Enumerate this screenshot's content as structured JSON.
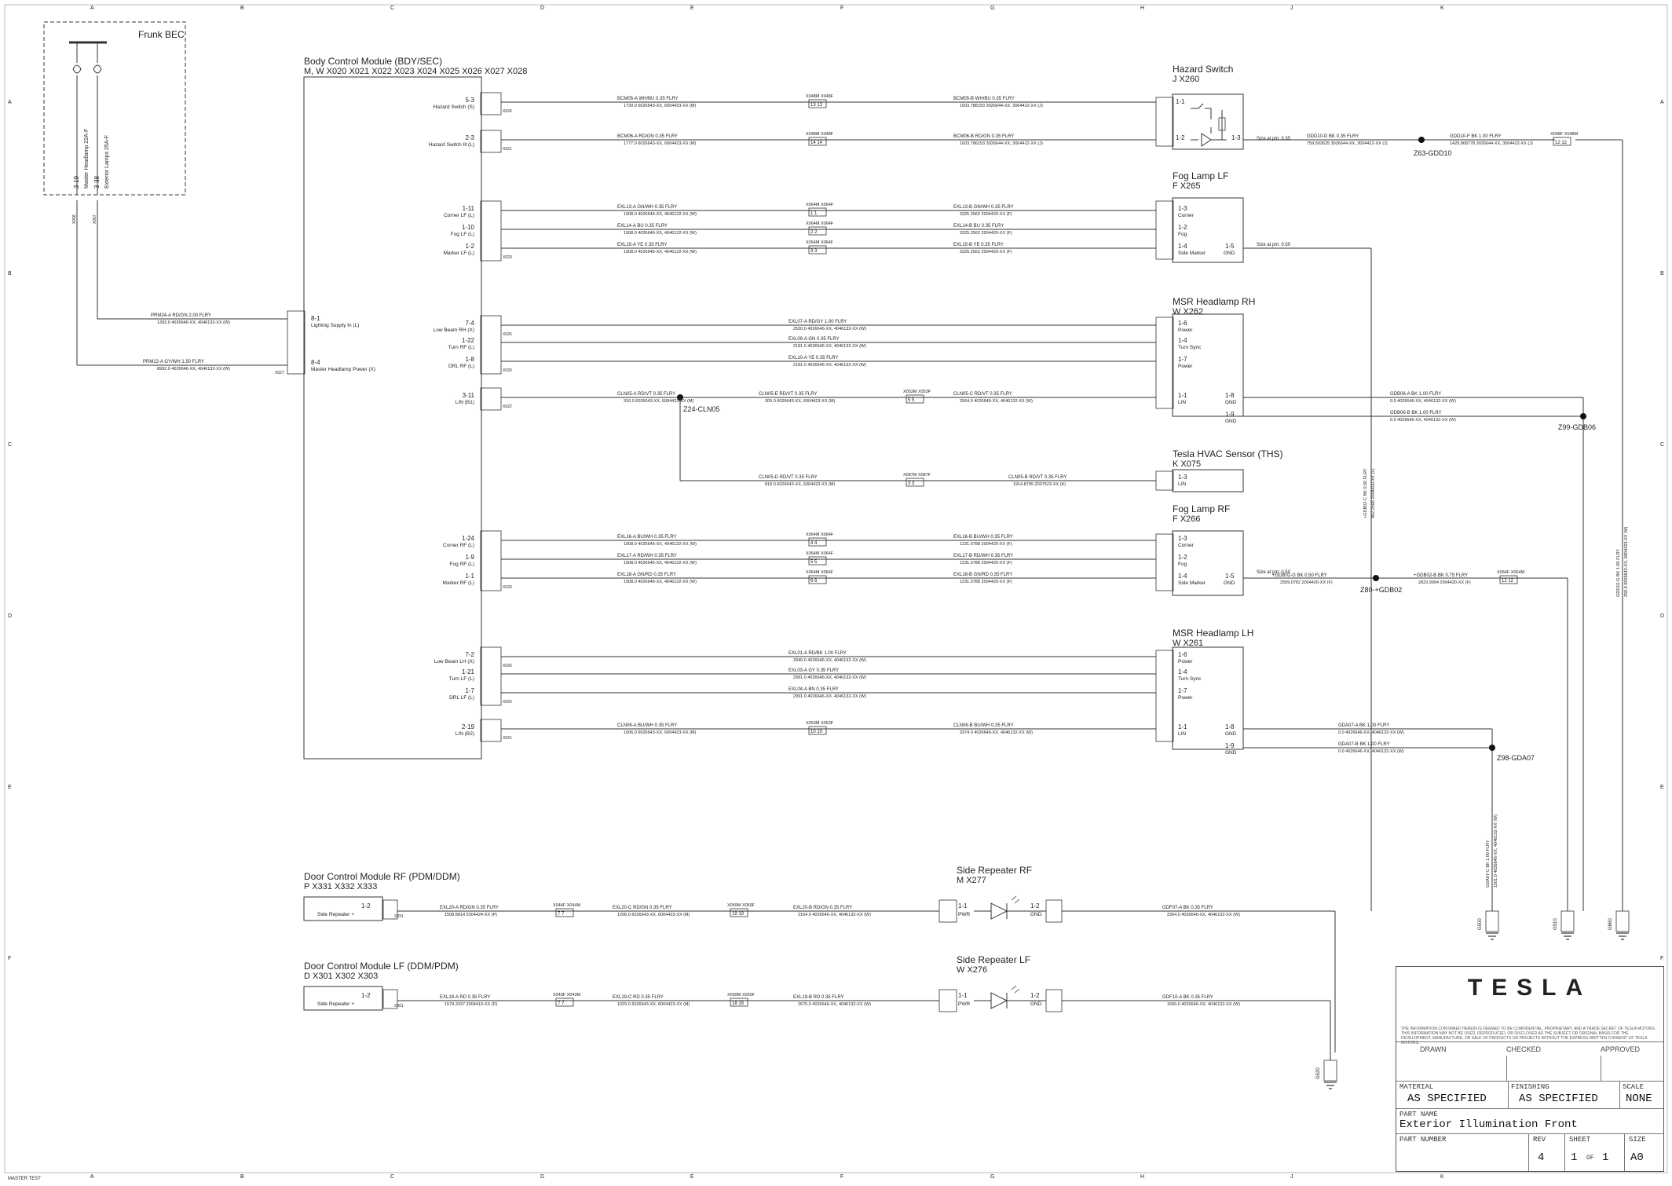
{
  "frame": {
    "columns": [
      "A",
      "B",
      "C",
      "D",
      "E",
      "F",
      "G",
      "H",
      "J",
      "K"
    ],
    "rows": [
      "A",
      "B",
      "C",
      "D",
      "E",
      "F"
    ],
    "footer_note": "MASTER TEST"
  },
  "frunk": {
    "title": "Frunk BEC",
    "pin1": "3-19",
    "pin1_label": "Master Headlamp 22A-F",
    "pin2": "3-38",
    "pin2_label": "Exterior Lamps 25A-F",
    "conn1": "X058",
    "conn2": "X057"
  },
  "bcm": {
    "title": "Body Control Module (BDY/SEC)",
    "subtitle": "M, W     X020   X021   X022   X023   X024   X025   X026   X027   X028",
    "left_pins": [
      {
        "pin": "8-1",
        "label": "Lighting Supply In (L)"
      },
      {
        "pin": "8-4",
        "label": "Master Headlamp Power (X)"
      }
    ],
    "right_pins": [
      {
        "pin": "5-3",
        "label": "Hazard Switch (S)",
        "conn": "X024"
      },
      {
        "pin": "2-3",
        "label": "Hazard Switch Ill (L)",
        "conn": "X021"
      },
      {
        "pin": "1-11",
        "label": "Corner LF (L)",
        "conn": ""
      },
      {
        "pin": "1-10",
        "label": "Fog LF (L)",
        "conn": ""
      },
      {
        "pin": "1-2",
        "label": "Marker LF (L)",
        "conn": "X020"
      },
      {
        "pin": "7-4",
        "label": "Low Beam RH (X)",
        "conn": "X026"
      },
      {
        "pin": "1-22",
        "label": "Turn RF (L)",
        "conn": ""
      },
      {
        "pin": "1-8",
        "label": "DRL RF (L)",
        "conn": "X020"
      },
      {
        "pin": "3-11",
        "label": "LIN (B1)",
        "conn": "X022"
      },
      {
        "pin": "1-24",
        "label": "Corner RF (L)",
        "conn": ""
      },
      {
        "pin": "1-9",
        "label": "Fog RF (L)",
        "conn": ""
      },
      {
        "pin": "1-1",
        "label": "Marker RF (L)",
        "conn": "X020"
      },
      {
        "pin": "7-2",
        "label": "Low Beam LH (X)",
        "conn": "X026"
      },
      {
        "pin": "1-21",
        "label": "Turn LF (L)",
        "conn": ""
      },
      {
        "pin": "1-7",
        "label": "DRL LF (L)",
        "conn": "X020"
      },
      {
        "pin": "2-19",
        "label": "LIN (B2)",
        "conn": "X021"
      }
    ]
  },
  "feeds": [
    {
      "id": "PRM24-A",
      "spec": "RD/GN   2.00   FLRY",
      "part": "1393.0    4026646-XX, 4046132-XX (W)"
    },
    {
      "id": "PRM22-A",
      "spec": "GY/WH   1.50   FLRY",
      "part": "8992.0    4026646-XX, 4046132-XX (W)"
    }
  ],
  "wires": [
    {
      "l1": "BCM05-A   WH/BU   0.35   FLRY",
      "l2": "1730.0    6026643-XX, 6004423-XX (M)",
      "r1": "BCM05-B   WH/BU   0.35   FLRY",
      "r2": "1603.786153   3026644-XX, 3004422-XX (J)",
      "inline": "X048M  X048F",
      "pins": "13   13"
    },
    {
      "l1": "BCM06-A   RD/GN   0.35   FLRY",
      "l2": "1777.0    6026643-XX, 6004423-XX (M)",
      "r1": "BCM06-B   RD/GN   0.35   FLRY",
      "r2": "1603.786153   3026644-XX, 3004422-XX (J)",
      "inline": "X048M  X048F",
      "pins": "14   14"
    },
    {
      "l1": "EXL13-A   GN/WH   0.35   FLRY",
      "l2": "1908.0    4026646-XX, 4046132-XX (W)",
      "r1": "EXL13-B   GN/WH   0.35   FLRY",
      "r2": "3325.2562    2004420-XX (F)",
      "inline": "X064M  X064F",
      "pins": "1   1"
    },
    {
      "l1": "EXL14-A   BU   0.35   FLRY",
      "l2": "1908.0    4026646-XX, 4046132-XX (W)",
      "r1": "EXL14-B   BU   0.35   FLRY",
      "r2": "3325.2562    2004420-XX (F)",
      "inline": "X064M  X064F",
      "pins": "2   2"
    },
    {
      "l1": "EXL15-A   YE   0.35   FLRY",
      "l2": "1908.0    4026646-XX, 4046132-XX (W)",
      "r1": "EXL15-B   YE   0.35   FLRY",
      "r2": "3325.2562    2004420-XX (F)",
      "inline": "X064M  X064F",
      "pins": "3   3"
    },
    {
      "l1": "EXL07-A   RD/GY   1.00   FLRY",
      "l2": "2530.0    4026646-XX, 4046132-XX (W)"
    },
    {
      "l1": "EXL09-A   GN   0.35   FLRY",
      "l2": "2181.0    4026646-XX, 4046132-XX (W)"
    },
    {
      "l1": "EXL10-A   YE   0.35   FLRY",
      "l2": "2181.0    4026646-XX, 4046132-XX (W)"
    },
    {
      "l1": "CLN05-A   RD/VT   0.35   FLRY",
      "l2": "316.0    6026643-XX, 6004423-XX (M)",
      "m1": "CLN05-E   RD/VT   0.35   FLRY",
      "m2": "305.0    6026643-XX, 6004423-XX (M)",
      "r1": "CLN05-C   RD/VT   0.35   FLRY",
      "r2": "2564.0    4026646-XX, 4046132-XX (W)",
      "inline": "X053M  X053F",
      "pins": "5   5"
    },
    {
      "l1": "EXL16-A   BU/WH   0.35   FLRY",
      "l2": "1908.0    4026646-XX, 4046132-XX (W)",
      "r1": "EXL16-B   BU/WH   0.35   FLRY",
      "r2": "1231.0788    2004420-XX (F)",
      "inline": "X064M  X064F",
      "pins": "4   4"
    },
    {
      "l1": "EXL17-A   RD/WH   0.35   FLRY",
      "l2": "1908.0    4026646-XX, 4046132-XX (W)",
      "r1": "EXL17-B   RD/WH   0.35   FLRY",
      "r2": "1231.0788    2004420-XX (F)",
      "inline": "X064M  X064F",
      "pins": "5   5"
    },
    {
      "l1": "EXL18-A   GN/RD   0.35   FLRY",
      "l2": "1908.0    4026646-XX, 4046132-XX (W)",
      "r1": "EXL18-B   GN/RD   0.35   FLRY",
      "r2": "1231.0788    2004420-XX (F)",
      "inline": "X064M  X064F",
      "pins": "6   6"
    },
    {
      "l1": "EXL01-A   RD/BK   1.00   FLRY",
      "l2": "3340.0    4026646-XX, 4046132-XX (W)"
    },
    {
      "l1": "EXL03-A   GY   0.35   FLRY",
      "l2": "2991.0    4026646-XX, 4046132-XX (W)"
    },
    {
      "l1": "EXL04-A   BN   0.35   FLRY",
      "l2": "2991.0    4026646-XX, 4046132-XX (W)"
    },
    {
      "l1": "CLN06-A   BU/WH   0.35   FLRY",
      "l2": "1006.0    6026643-XX, 6004423-XX (M)",
      "r1": "CLN06-B   BU/WH   0.35   FLRY",
      "r2": "3374.0    4026646-XX, 4046132-XX (W)",
      "inline": "X053M  X053F",
      "pins": "10   10"
    }
  ],
  "hvac_wire": {
    "l1": "CLN05-D   RD/VT   0.35   FLRY",
    "l2": "818.0    6026643-XX, 6004423-XX (M)",
    "r1": "CLN05-B   RD/VT   0.35   FLRY",
    "r2": "1914.8795    2037523-XX (K)",
    "inline": "X087M  X087F",
    "pins": "3   3"
  },
  "splices": [
    {
      "name": "Z24-CLN05"
    },
    {
      "name": "Z63-GDD10"
    },
    {
      "name": "Z99-GDB06"
    },
    {
      "name": "Z80-+GDB02"
    },
    {
      "name": "Z98-GDA07"
    }
  ],
  "components": [
    {
      "title": "Hazard Switch",
      "sub": "J          X260",
      "pins": [
        "1-1",
        "1-2",
        "1-3"
      ],
      "conn": "X260"
    },
    {
      "title": "Fog Lamp LF",
      "sub": "F          X265",
      "pins": [
        {
          "p": "1-3",
          "l": "Corner"
        },
        {
          "p": "1-2",
          "l": "Fog"
        },
        {
          "p": "1-4",
          "l": "Side Marker"
        }
      ],
      "out": {
        "p": "1-5",
        "l": "GND"
      },
      "conn": "X265"
    },
    {
      "title": "MSR Headlamp RH",
      "sub": "W          X262",
      "pins": [
        {
          "p": "1-6",
          "l": "Power"
        },
        {
          "p": "1-4",
          "l": "Turn Sync"
        },
        {
          "p": "1-7",
          "l": "Power"
        },
        {
          "p": "1-1",
          "l": "LIN"
        }
      ],
      "out": [
        {
          "p": "1-8",
          "l": "GND"
        },
        {
          "p": "1-9",
          "l": "GND"
        }
      ],
      "conn": "X262"
    },
    {
      "title": "Tesla HVAC Sensor (THS)",
      "sub": "K          X075",
      "pins": [
        {
          "p": "1-3",
          "l": "LIN"
        }
      ],
      "conn": "X075"
    },
    {
      "title": "Fog Lamp RF",
      "sub": "F          X266",
      "pins": [
        {
          "p": "1-3",
          "l": "Corner"
        },
        {
          "p": "1-2",
          "l": "Fog"
        },
        {
          "p": "1-4",
          "l": "Side Marker"
        }
      ],
      "out": {
        "p": "1-5",
        "l": "GND"
      },
      "conn": "X266"
    },
    {
      "title": "MSR Headlamp LH",
      "sub": "W          X261",
      "pins": [
        {
          "p": "1-6",
          "l": "Power"
        },
        {
          "p": "1-4",
          "l": "Turn Sync"
        },
        {
          "p": "1-7",
          "l": "Power"
        },
        {
          "p": "1-1",
          "l": "LIN"
        }
      ],
      "out": [
        {
          "p": "1-8",
          "l": "GND"
        },
        {
          "p": "1-9",
          "l": "GND"
        }
      ],
      "conn": "X261"
    }
  ],
  "ground_wires": [
    {
      "l1": "GDD10-D   BK   0.35   FLRY",
      "l2": "759.502625    3026644-XX, 3004422-XX (J)",
      "r1": "GDD10-F   BK   1.00   FLRY",
      "r2": "1429.868778    3026644-XX, 3004422-XX (J)",
      "note": "Size at pin: 0.35",
      "inline": "X048F  X048M",
      "pins": "12   12"
    },
    {
      "l1": "GDB06-A   BK   1.00   FLRY",
      "l2": "0.0    4026646-XX, 4046132-XX (W)"
    },
    {
      "l1": "GDB06-B   BK   1.00   FLRY",
      "l2": "0.0    4026646-XX, 4046132-XX (W)"
    },
    {
      "l1": "+GDB02-G   BK   0.50   FLRY",
      "l2": "2559.0782    2004420-XX (F)",
      "r1": "+GDB02-B   BK   0.75   FLRY",
      "r2": "2823.9994    2004420-XX (F)",
      "note": "Size at pin: 0.50",
      "inline": "X064F  X064M",
      "pins": "12   12"
    },
    {
      "l1": "GDA07-A   BK   1.00   FLRY",
      "l2": "0.0    4026646-XX, 4046132-XX (W)"
    },
    {
      "l1": "GDA07-B   BK   1.00   FLRY",
      "l2": "0.0    4026646-XX, 4046132-XX (W)"
    }
  ],
  "fog_lf_note": "Size at pin: 0.50",
  "vertical_labels": [
    {
      "text": "+GDB02-C   BK   0.50   FLRY"
    },
    {
      "text": "492.2568    2004420-XX (F)"
    },
    {
      "text": "GDD10-G   BK   1.00   FLRY"
    },
    {
      "text": "250.0    6026643-XX, 6004423-XX (M)"
    },
    {
      "text": "GDA07-C   BK   1.00   FLRY"
    },
    {
      "text": "1501.0    4026646-XX, 4046132-XX (W)"
    }
  ],
  "grounds": [
    {
      "name": "G500"
    },
    {
      "name": "G510"
    },
    {
      "name": "G660"
    },
    {
      "name": "G520"
    }
  ],
  "ddm_rf": {
    "title": "Door Control Module RF (PDM/DDM)",
    "sub": "P          X331   X332   X333",
    "pin": "1-2",
    "label": "Side Repeater +",
    "conn": "X331",
    "w1": "EXL20-A   RD/GN   0.35   FLRY",
    "w1b": "1508.8814    2004424-XX (P)",
    "w2": "EXL20-C   RD/GN   0.35   FLRY",
    "w2b": "1206.0    6026643-XX, 6004423-XX (M)",
    "w3": "EXL20-B   RD/GN   0.35   FLRY",
    "w3b": "2164.0    4026646-XX, 4046132-XX (W)",
    "c1": "X044F   X044M",
    "c1p": "7   7",
    "c2": "X059M   X059F",
    "c2p": "19   19"
  },
  "ddm_lf": {
    "title": "Door Control Module LF (DDM/PDM)",
    "sub": "D          X301   X302   X303",
    "pin": "1-2",
    "label": "Side Repeater +",
    "conn": "X301",
    "w1": "EXL19-A   RD   0.35   FLRY",
    "w1b": "1579.3337    2004419-XX (D)",
    "w2": "EXL19-C   RD   0.35   FLRY",
    "w2b": "1029.0    6026643-XX, 6004423-XX (M)",
    "w3": "EXL19-B   RD   0.35   FLRY",
    "w3b": "2676.0    4026646-XX, 4046132-XX (W)",
    "c1": "X043F   X043M",
    "c1p": "7   7",
    "c2": "X059M   X059F",
    "c2p": "18   18"
  },
  "rep_rf": {
    "title": "Side Repeater RF",
    "sub": "M          X277",
    "p1": "1-1",
    "l1": "PWR",
    "p2": "1-2",
    "l2": "GND",
    "gw": "GDF07-A   BK   0.35   FLRY",
    "gwb": "2304.0    4026646-XX, 4046132-XX (W)"
  },
  "rep_lf": {
    "title": "Side Repeater LF",
    "sub": "W          X276",
    "p1": "1-1",
    "l1": "PWR",
    "p2": "1-2",
    "l2": "GND",
    "gw": "GDF10-A   BK   0.35   FLRY",
    "gwb": "1600.0    4026646-XX, 4046132-XX (W)"
  },
  "title_block": {
    "brand": "TESLA",
    "legal": "THE INFORMATION CONTAINED HEREIN IS DEEMED TO BE CONFIDENTIAL, PROPRIETARY, AND A TRADE SECRET OF TESLA MOTORS. THIS INFORMATION MAY NOT BE USED, REPRODUCED, OR DISCLOSED AS THE SUBJECT OR ORIGINAL BASIS FOR THE DEVELOPMENT, MANUFACTURE, OR SALE OF PRODUCTS OR PROJECTS WITHOUT THE EXPRESS WRITTEN CONSENT OF TESLA MOTORS.",
    "drawn": "DRAWN",
    "checked": "CHECKED",
    "approved": "APPROVED",
    "material_label": "MATERIAL",
    "material": "AS SPECIFIED",
    "finishing_label": "FINISHING",
    "finishing": "AS SPECIFIED",
    "scale_label": "SCALE",
    "scale": "NONE",
    "part_name_label": "PART NAME",
    "part_name": "Exterior Illumination Front",
    "part_number_label": "PART NUMBER",
    "rev_label": "REV",
    "rev": "4",
    "sheet_label": "SHEET",
    "sheet": "1",
    "of": "OF",
    "sheet_total": "1",
    "size_label": "SIZE",
    "size": "A0"
  }
}
